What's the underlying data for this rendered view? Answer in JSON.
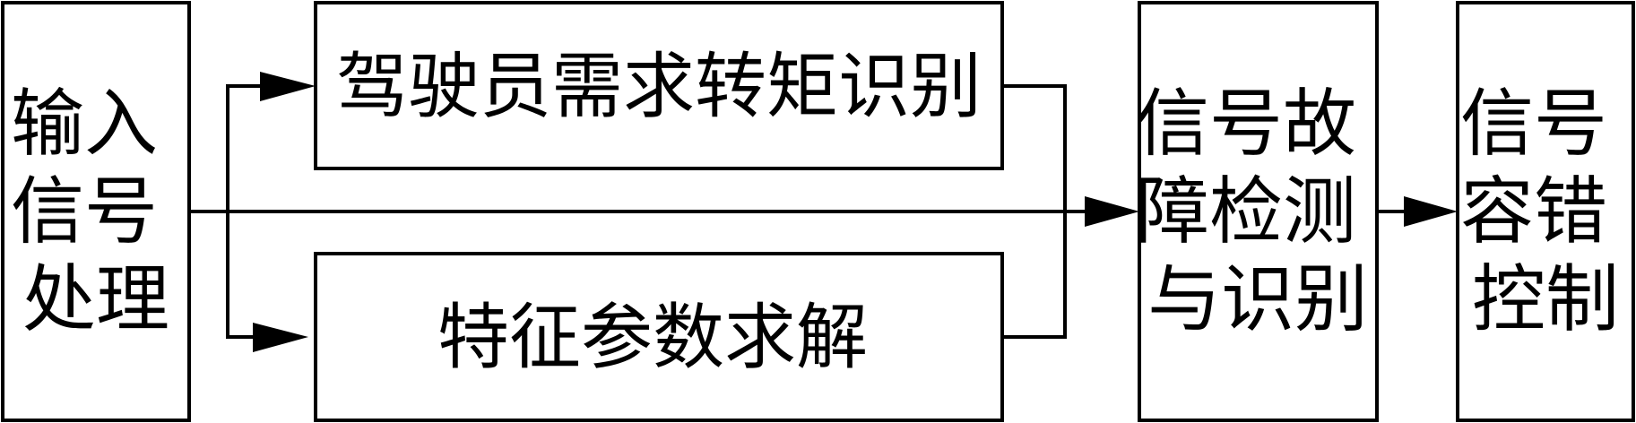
{
  "diagram": {
    "input": {
      "lines": [
        "输入",
        "信号",
        "处理"
      ]
    },
    "torque": {
      "label": "驾驶员需求转矩识别"
    },
    "params": {
      "label": "特征参数求解"
    },
    "fault": {
      "lines": [
        "信号故",
        "障检测",
        "与识别"
      ]
    },
    "tolerance": {
      "lines": [
        "信号",
        "容错",
        "控制"
      ]
    }
  },
  "colors": {
    "stroke": "#000000",
    "background": "#ffffff"
  }
}
